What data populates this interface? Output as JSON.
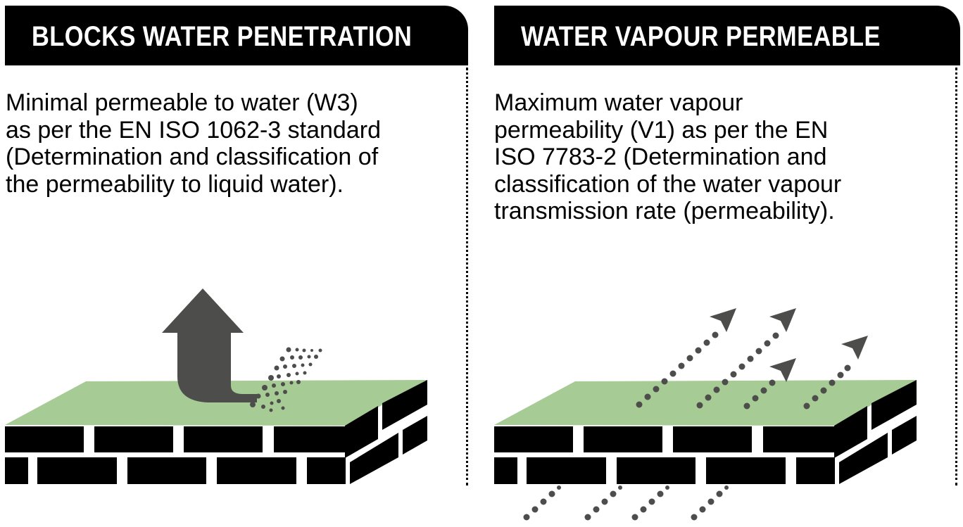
{
  "panels": [
    {
      "title": "BLOCKS WATER PENETRATION",
      "description": "Minimal permeable to water (W3)\nas per the EN ISO 1062-3 standard\n(Determination and classification of\nthe permeability to liquid water).",
      "illustration_icon": "water-blocked-arrow-icon"
    },
    {
      "title": "WATER VAPOUR PERMEABLE",
      "description": "Maximum water vapour\npermeability (V1) as per the EN\nISO 7783-2 (Determination and\nclassification of the water vapour\ntransmission rate (permeability).",
      "illustration_icon": "vapour-passing-arrows-icon"
    }
  ],
  "colors": {
    "header_bg": "#000000",
    "coating": "#a6cb94",
    "arrow": "#4d4d4b",
    "brick": "#000000"
  }
}
